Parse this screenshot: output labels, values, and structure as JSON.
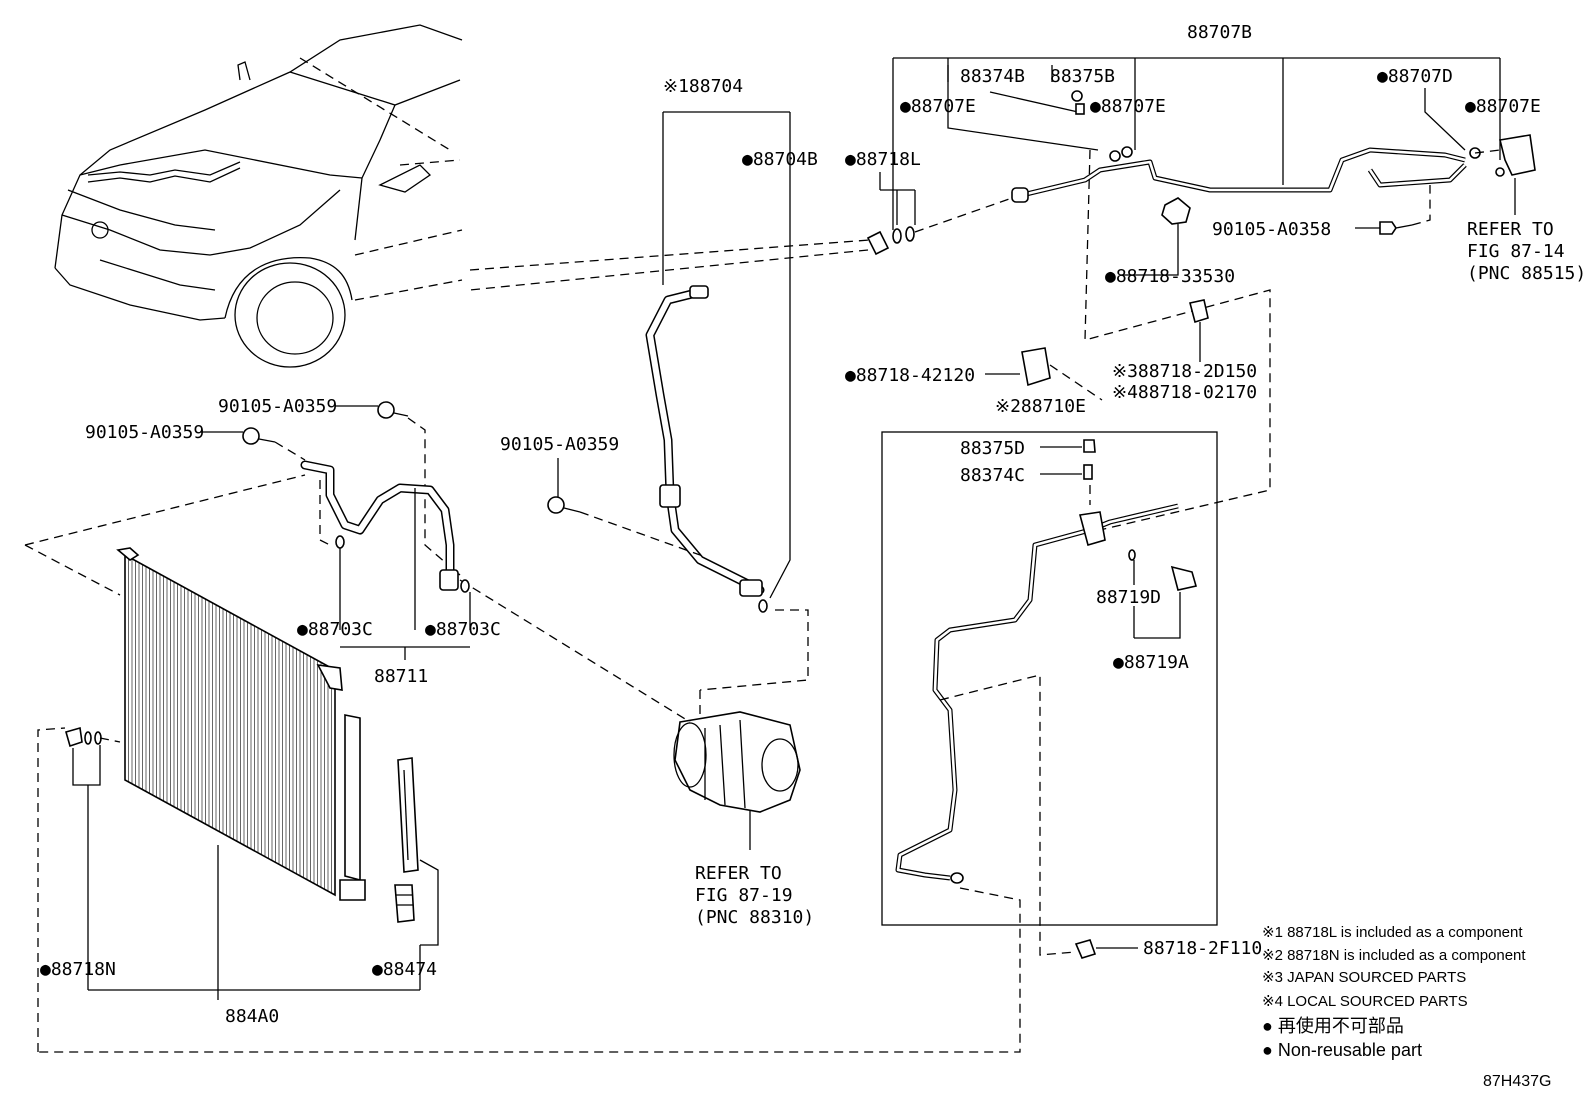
{
  "labels": {
    "p88707B": "88707B",
    "p88374B": "88374B",
    "p88375B": "88375B",
    "p88707D": "●88707D",
    "p88707E_a": "●88707E",
    "p88707E_b": "●88707E",
    "p88707E_c": "●88707E",
    "p88704": "※188704",
    "p88704B": "●88704B",
    "p88718L": "●88718L",
    "p90105_A0358": "90105-A0358",
    "refer_87_14_l1": "REFER TO",
    "refer_87_14_l2": "FIG 87-14",
    "refer_87_14_l3": "(PNC 88515)",
    "p88718_33530": "●88718-33530",
    "p88718_42120": "●88718-42120",
    "p88718_2D150": "※388718-2D150",
    "p88718_02170": "※488718-02170",
    "p88710E": "※288710E",
    "p88375D": "88375D",
    "p88374C": "88374C",
    "p88719D": "88719D",
    "p88719A": "●88719A",
    "p90105_A0359_a": "90105-A0359",
    "p90105_A0359_b": "90105-A0359",
    "p90105_A0359_c": "90105-A0359",
    "p88703C_a": "●88703C",
    "p88703C_b": "●88703C",
    "p88711": "88711",
    "refer_87_19_l1": "REFER TO",
    "refer_87_19_l2": "FIG 87-19",
    "refer_87_19_l3": "(PNC 88310)",
    "p88718N": "●88718N",
    "p88474": "●88474",
    "p884A0": "884A0",
    "p88718_2F110": "88718-2F110"
  },
  "notes": {
    "n1": "※1 88718L is included as a component",
    "n2": "※2 88718N is included as a component",
    "n3": "※3 JAPAN SOURCED PARTS",
    "n4": "※4 LOCAL SOURCED PARTS",
    "n5": "● 再使用不可部品",
    "n6": "● Non-reusable part"
  },
  "figure_code": "87H437G"
}
